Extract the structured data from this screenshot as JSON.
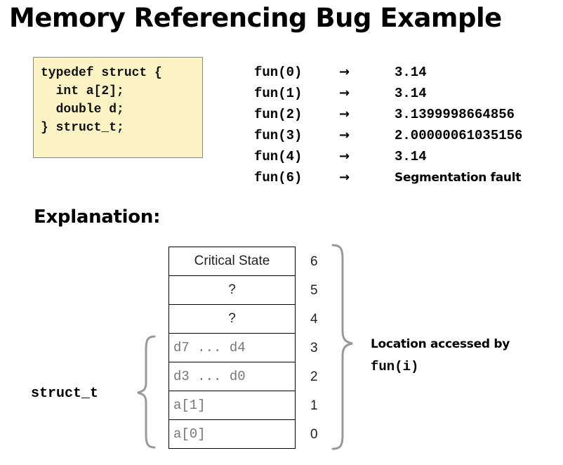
{
  "title": "Memory Referencing Bug Example",
  "code": {
    "lines": [
      "typedef struct {",
      "  int a[2];",
      "  double d;",
      "} struct_t;"
    ]
  },
  "results": [
    {
      "call": "fun(0)",
      "arrow": "→",
      "value": "3.14"
    },
    {
      "call": "fun(1)",
      "arrow": "→",
      "value": "3.14"
    },
    {
      "call": "fun(2)",
      "arrow": "→",
      "value": "3.1399998664856"
    },
    {
      "call": "fun(3)",
      "arrow": "→",
      "value": "2.00000061035156"
    },
    {
      "call": "fun(4)",
      "arrow": "→",
      "value": "3.14"
    },
    {
      "call": "fun(6)",
      "arrow": "→",
      "value": "Segmentation fault"
    }
  ],
  "explanation_heading": "Explanation:",
  "memory_cells": [
    {
      "label": "Critical State",
      "index": "6"
    },
    {
      "label": "?",
      "index": "5"
    },
    {
      "label": "?",
      "index": "4"
    },
    {
      "label": "d7 ... d4",
      "index": "3"
    },
    {
      "label": "d3 ... d0",
      "index": "2"
    },
    {
      "label": "a[1]",
      "index": "1"
    },
    {
      "label": "a[0]",
      "index": "0"
    }
  ],
  "location_label": "Location accessed by",
  "location_function": "fun(i)",
  "struct_label": "struct_t"
}
